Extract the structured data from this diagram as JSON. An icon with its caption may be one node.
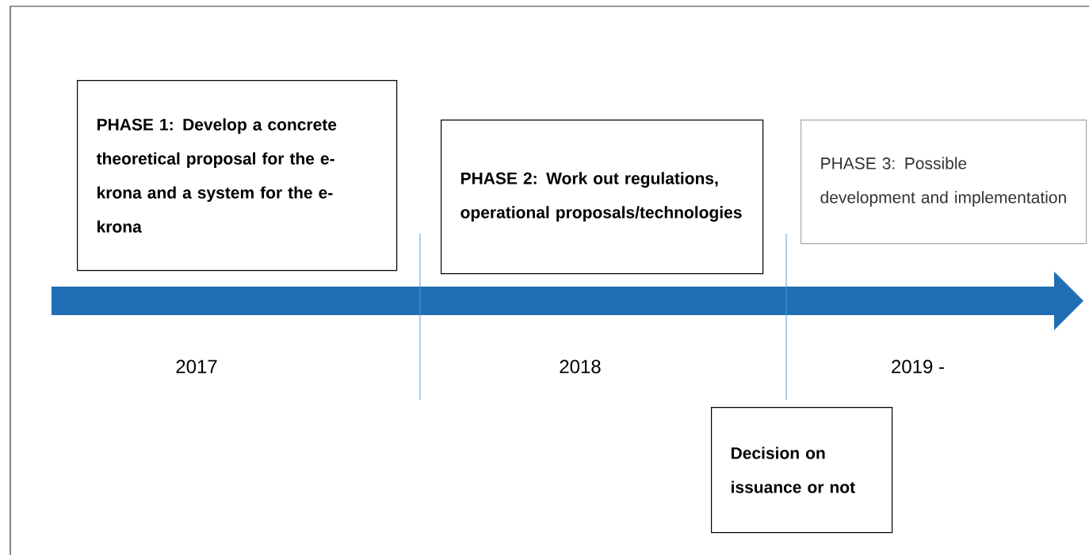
{
  "diagram": {
    "nodes": [
      {
        "text": [
          "PHASE 1: Develop a concrete theoretical proposal for the e-krona and a system for the e-krona"
        ]
      },
      {
        "text": [
          "PHASE 2: Work out regulations, operational proposals/technologies"
        ]
      },
      {
        "text": [
          "PHASE 3: Possible development and implementation"
        ]
      },
      {
        "text": [
          "Decision on issuance or not"
        ]
      }
    ],
    "labels": [
      "2017",
      "2018",
      "2019 -"
    ]
  }
}
